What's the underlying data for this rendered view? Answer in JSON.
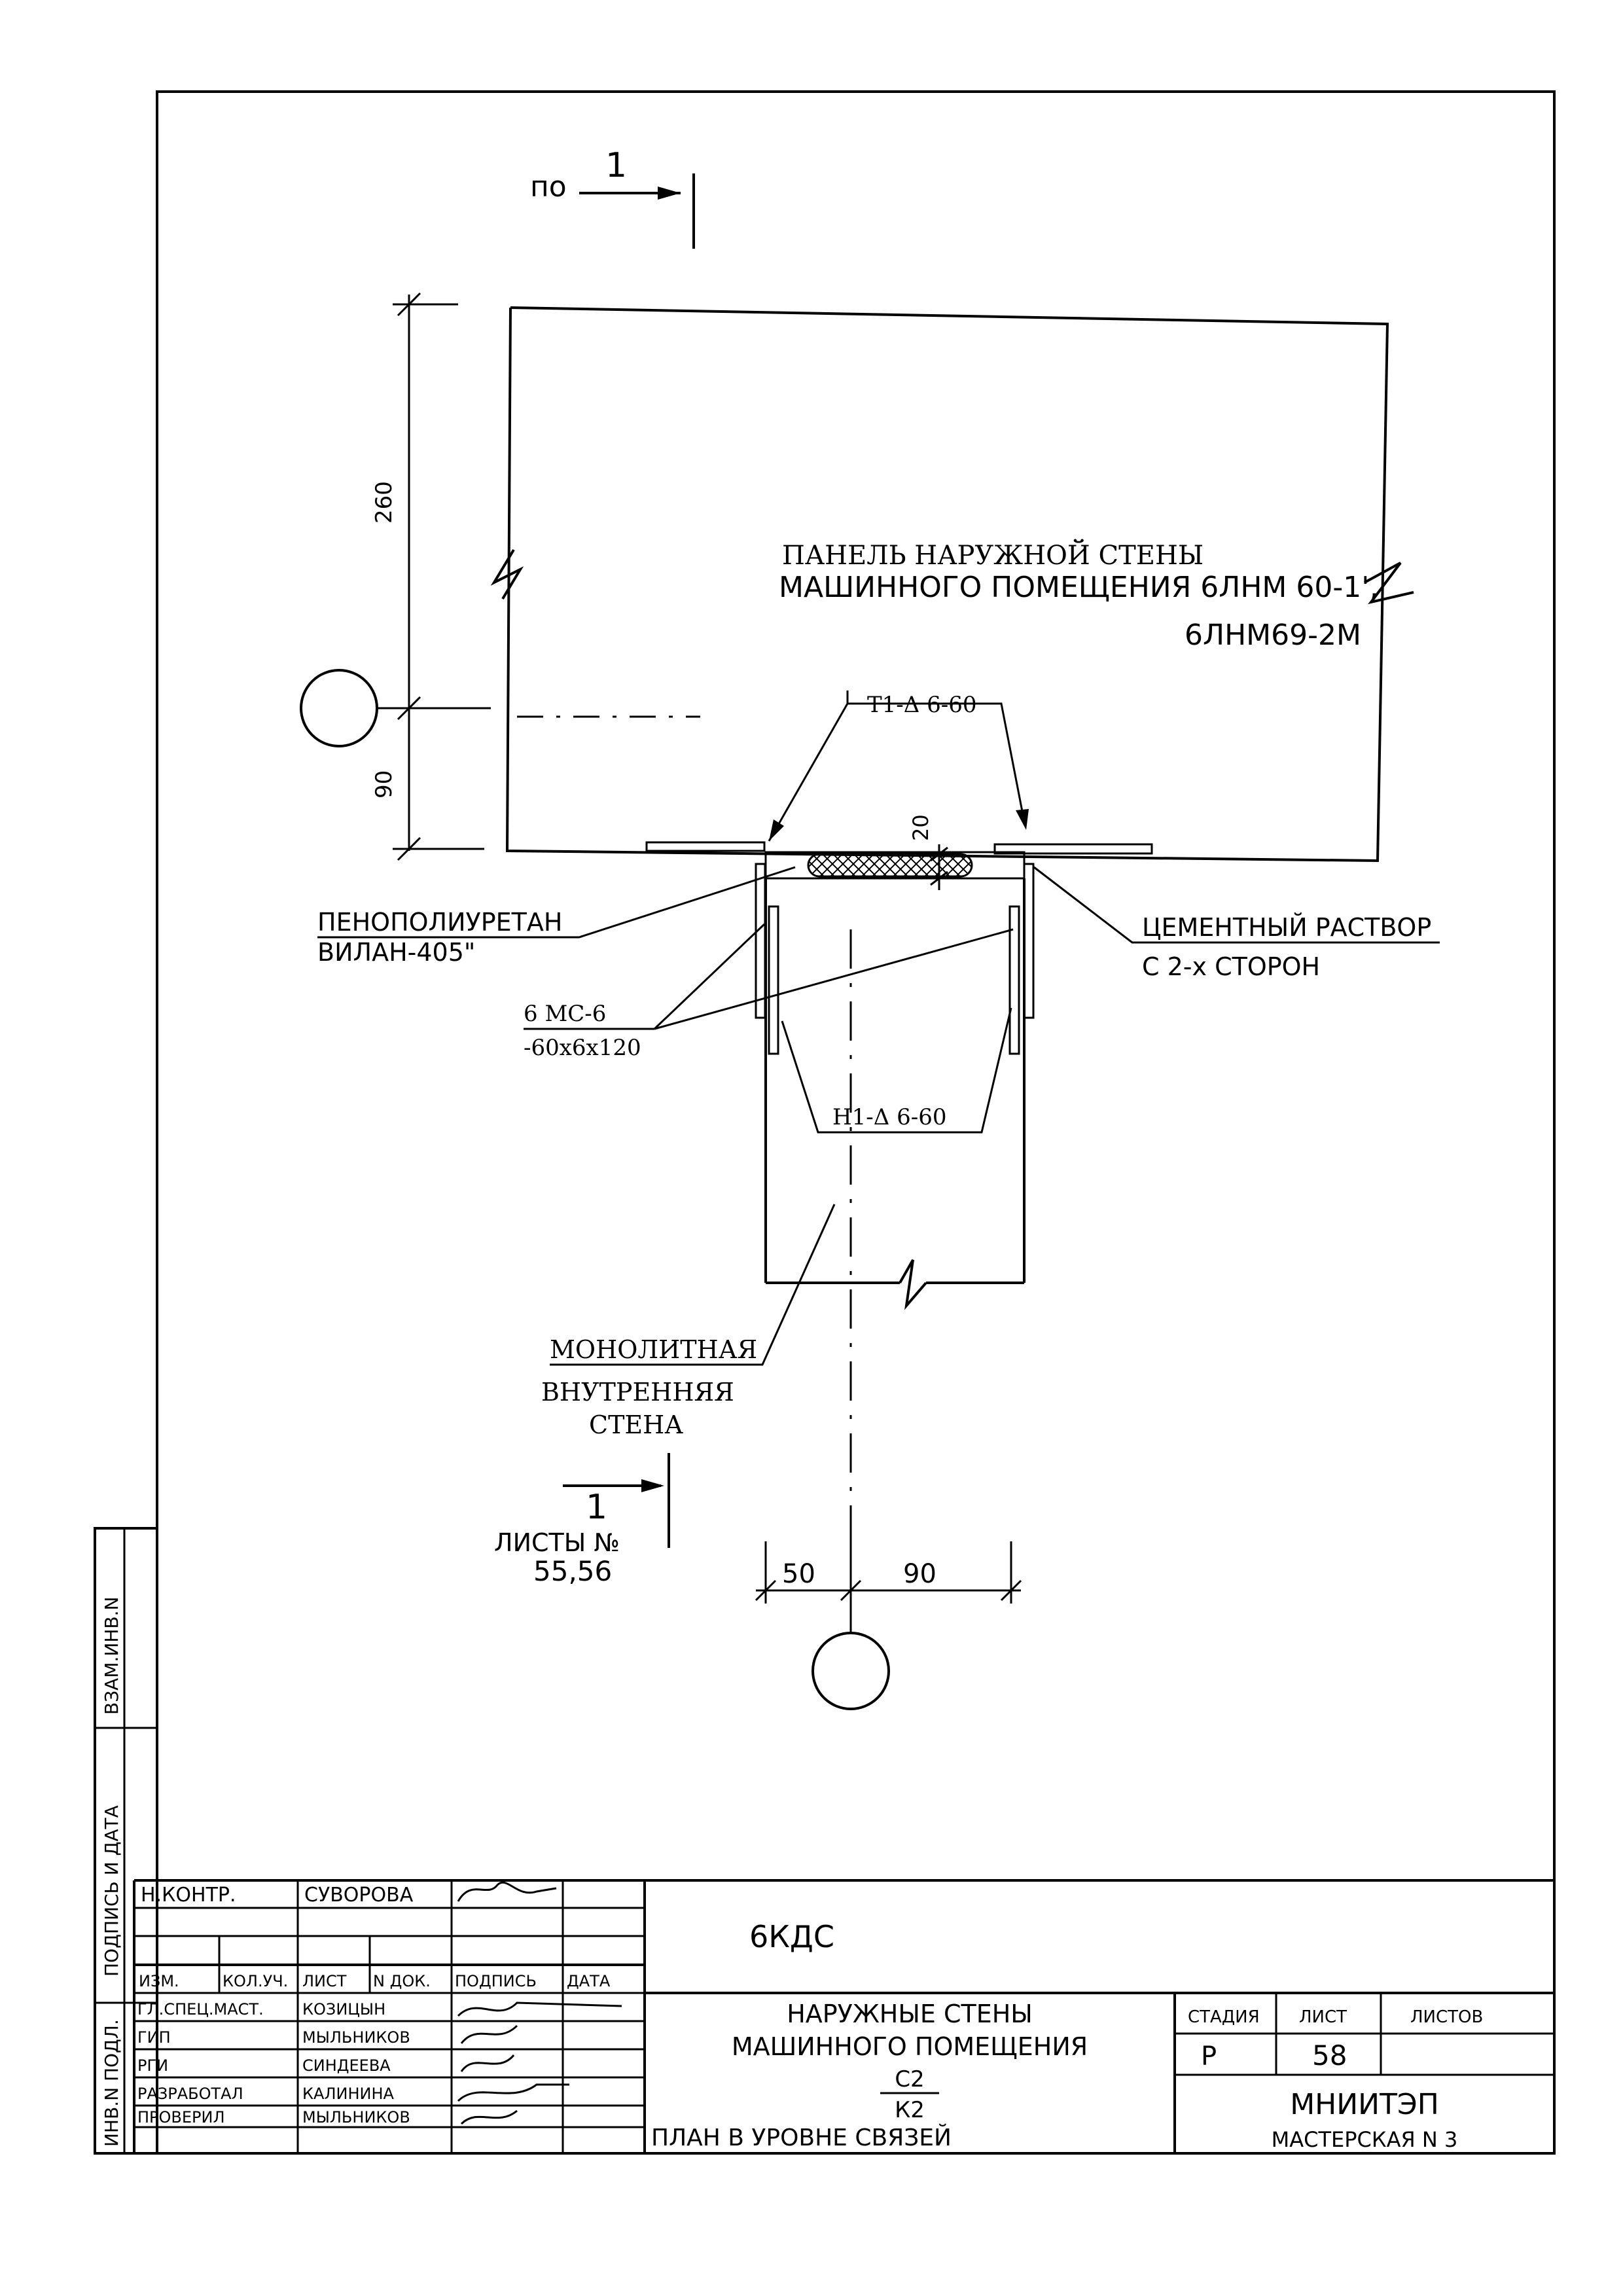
{
  "section_mark": {
    "prefix": "по",
    "number": "1"
  },
  "panel": {
    "line1": "ПАНЕЛЬ НАРУЖНОЙ СТЕНЫ",
    "line2": "МАШИННОГО ПОМЕЩЕНИЯ 6ЛНМ 60-1',",
    "line3": "6ЛНМ69-2М"
  },
  "dims": {
    "d260": "260",
    "d90": "90",
    "d20": "20",
    "d50": "50",
    "d90b": "90"
  },
  "labels": {
    "t1": "T1-Δ 6-60",
    "h1": "H1-Δ 6-60",
    "foam1": "ПЕНОПОЛИУРЕТАН",
    "foam2": "ВИЛАН-405\"",
    "plate1": "6 МС-6",
    "plate2": "-60x6x120",
    "mortar1": "ЦЕМЕНТНЫЙ РАСТВОР",
    "mortar2": "С 2-х СТОРОН",
    "wall1": "МОНОЛИТНАЯ",
    "wall2": "ВНУТРЕННЯЯ",
    "wall3": "СТЕНА",
    "sheets_num": "1",
    "sheets1": "ЛИСТЫ №",
    "sheets2": "55,56"
  },
  "side_stamp": [
    "ИНВ.N ПОДЛ.",
    "ПОДПИСЬ И ДАТА",
    "ВЗАМ.ИНВ.N"
  ],
  "title_block": {
    "nkontr": "Н.КОНТР.",
    "nkontr_name": "СУВОРОВА",
    "headers": [
      "ИЗМ.",
      "КОЛ.УЧ.",
      "ЛИСТ",
      "N ДОК.",
      "ПОДПИСЬ",
      "ДАТА"
    ],
    "rows": [
      {
        "role": "ГЛ.СПЕЦ.МАСТ.",
        "name": "КОЗИЦЫН"
      },
      {
        "role": "ГИП",
        "name": "МЫЛЬНИКОВ"
      },
      {
        "role": "РГИ",
        "name": "СИНДЕЕВА"
      },
      {
        "role": "РАЗРАБОТАЛ",
        "name": "КАЛИНИНА"
      },
      {
        "role": "ПРОВЕРИЛ",
        "name": "МЫЛЬНИКОВ"
      }
    ],
    "project_code": "6КДС",
    "title1": "НАРУЖНЫЕ СТЕНЫ",
    "title2": "МАШИННОГО ПОМЕЩЕНИЯ",
    "frac_num": "С2",
    "frac_den": "К2",
    "title3": "ПЛАН В УРОВНЕ СВЯЗЕЙ",
    "stage_label": "СТАДИЯ",
    "sheet_label": "ЛИСТ",
    "sheets_label": "ЛИСТОВ",
    "stage": "Р",
    "sheet": "58",
    "org": "МНИИТЭП",
    "workshop": "МАСТЕРСКАЯ N 3"
  }
}
